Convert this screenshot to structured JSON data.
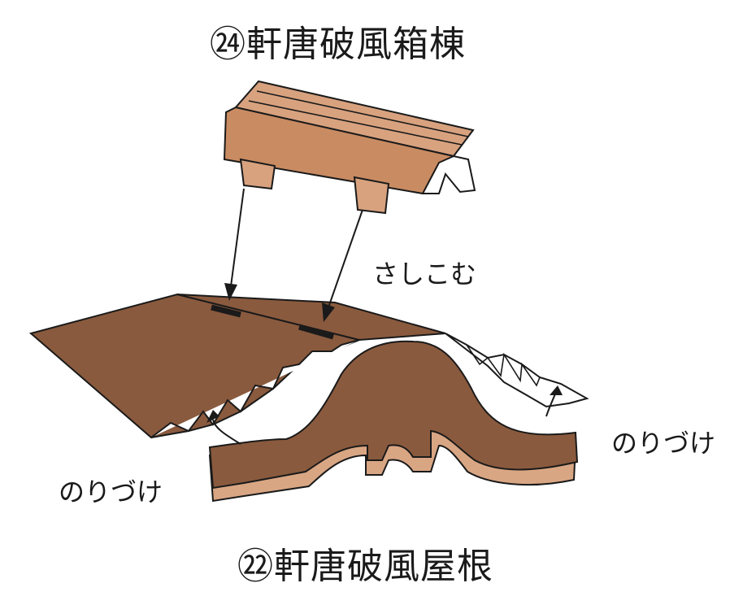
{
  "titles": {
    "top": "㉔軒唐破風箱棟",
    "bottom": "㉒軒唐破風屋根"
  },
  "annotations": {
    "insert": "さしこむ",
    "glue_left": "のりづけ",
    "glue_right": "のりづけ"
  },
  "colors": {
    "ridge_light": "#d8a27f",
    "ridge_mid": "#c98b62",
    "roof_dark": "#8a5a3e",
    "roof_edge": "#d9a684",
    "line": "#1a1a1a"
  }
}
